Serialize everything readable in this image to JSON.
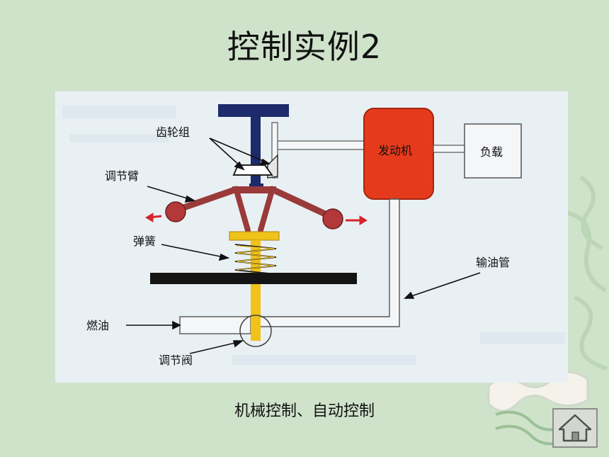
{
  "slide": {
    "title": "控制实例2"
  },
  "diagram": {
    "labels": {
      "gear_group": "齿轮组",
      "adjust_arm": "调节臂",
      "spring": "弹簧",
      "fuel": "燃油",
      "adjust_valve": "调节阀",
      "engine": "发动机",
      "load": "负载",
      "oil_pipe": "输油管"
    }
  },
  "caption": "机械控制、自动控制",
  "nav": {
    "home_icon": "home-icon"
  },
  "colors": {
    "background": "#cfe3cb",
    "engine": "#e63a1c",
    "arm": "#9b3a3a",
    "spring": "#f0c21a",
    "shaft": "#1d2a6b",
    "plate": "#141414"
  }
}
